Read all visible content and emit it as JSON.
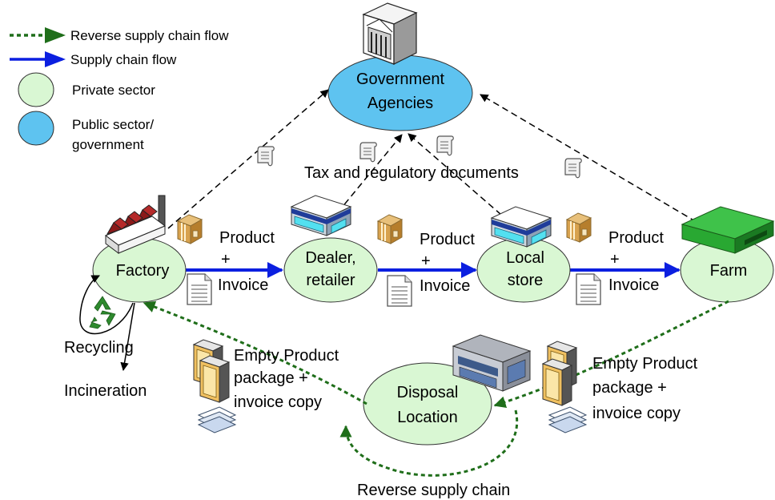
{
  "legend": {
    "reverse_flow": "Reverse supply chain flow",
    "supply_flow": "Supply chain flow",
    "private": "Private sector",
    "public_line1": "Public sector/",
    "public_line2": "government"
  },
  "nodes": {
    "gov_line1": "Government",
    "gov_line2": "Agencies",
    "factory": "Factory",
    "dealer_line1": "Dealer,",
    "dealer_line2": "retailer",
    "store_line1": "Local",
    "store_line2": "store",
    "farm": "Farm",
    "disposal_line1": "Disposal",
    "disposal_line2": "Location"
  },
  "labels": {
    "tax_docs": "Tax and regulatory documents",
    "product": "Product",
    "plus": "+",
    "invoice": "Invoice",
    "recycling": "Recycling",
    "incineration": "Incineration",
    "empty_line1": "Empty Product",
    "empty_line2": "package +",
    "empty_line3": "invoice copy",
    "reverse_chain": "Reverse supply chain"
  },
  "colors": {
    "private": "#d9f7d3",
    "public": "#5ec3f0",
    "supply_arrow": "#0b1fe0",
    "reverse_arrow": "#1f6e1a"
  }
}
